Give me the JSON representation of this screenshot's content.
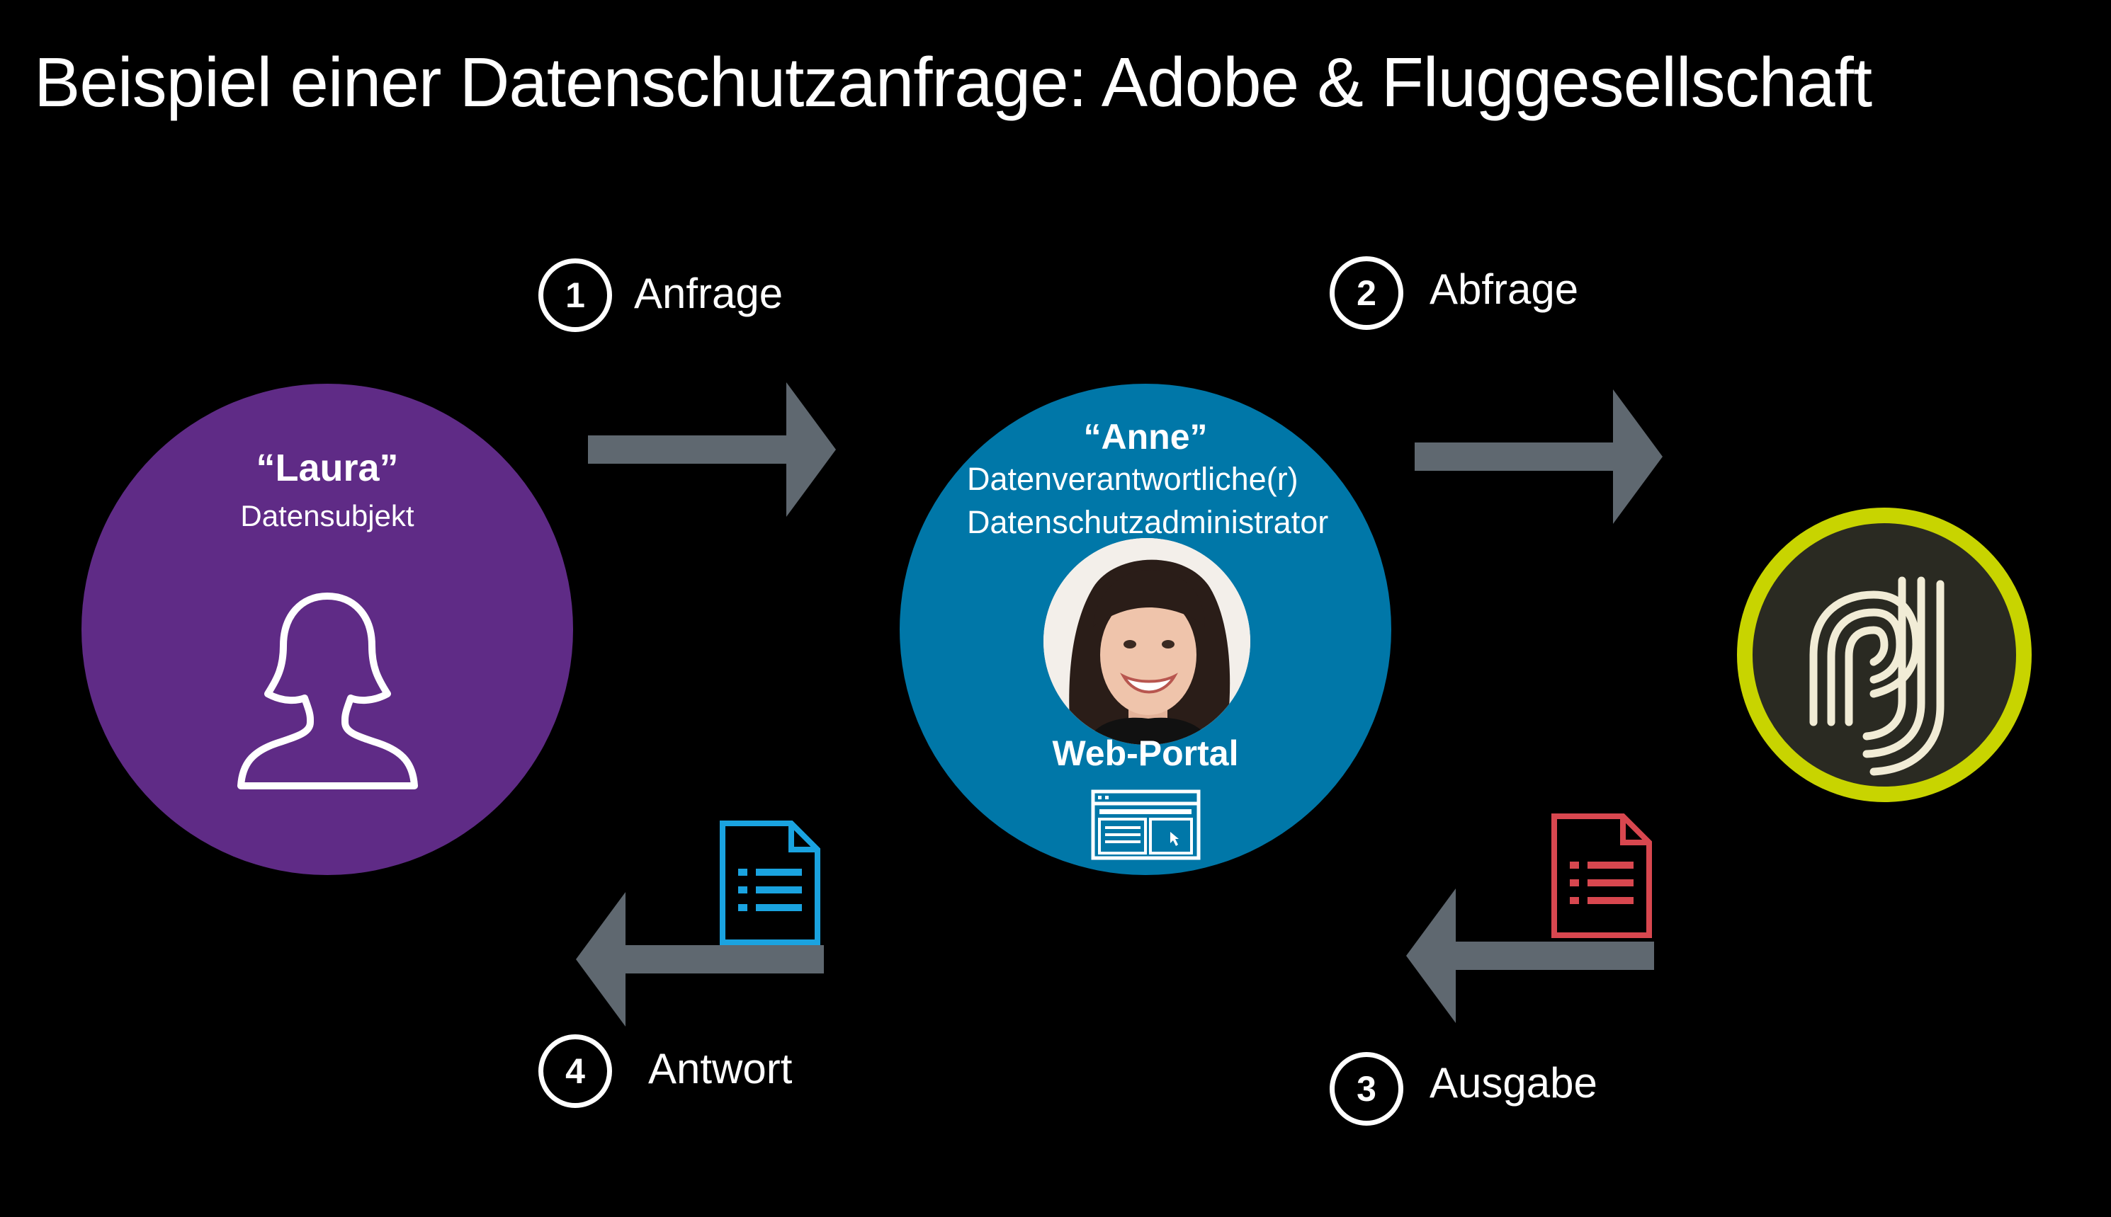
{
  "title": "Beispiel einer Datenschutzanfrage: Adobe & Fluggesellschaft",
  "subject": {
    "name": "“Laura”",
    "role": "Datensubjekt"
  },
  "controller": {
    "name": "“Anne”",
    "role_line1": "Datenverantwortliche(r)",
    "role_line2": "Datenschutzadministrator",
    "portal_label": "Web-Portal"
  },
  "steps": [
    {
      "number": "1",
      "label": "Anfrage"
    },
    {
      "number": "2",
      "label": "Abfrage"
    },
    {
      "number": "3",
      "label": "Ausgabe"
    },
    {
      "number": "4",
      "label": "Antwort"
    }
  ],
  "colors": {
    "background": "#000000",
    "subject_circle": "#5f2b86",
    "controller_circle": "#0077a8",
    "arrow": "#5f6870",
    "logo_ring": "#c8d400",
    "logo_fill": "#2a2a22",
    "logo_lines": "#f1ecd6",
    "doc_blue": "#1aa3e0",
    "doc_red": "#d8474f"
  },
  "icons": {
    "subject": "person-icon",
    "portal": "browser-window-icon",
    "system": "adobe-experience-platform-logo",
    "response_doc": "document-list-icon",
    "output_doc": "document-list-icon"
  }
}
